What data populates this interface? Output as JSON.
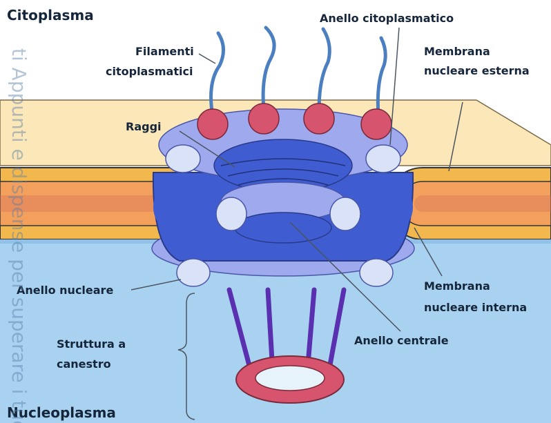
{
  "colors": {
    "cytoplasm": "#ffffff",
    "nucleoplasm": "#a9d2f1",
    "membrane_top": "#fbe7b8",
    "membrane_ring": "#f2b84d",
    "perinuclear": "#f2a05b",
    "pore_blue": "#3f5dd0",
    "pore_light": "#9fa9ee",
    "knob": "#d9e2f7",
    "cyto_ring": "#d7546f",
    "filament": "#4b7fc0",
    "basket_rod": "#5a2fb0"
  },
  "labels": {
    "cytoplasm": "Citoplasma",
    "cytoplasmic_ring": "Anello citoplasmatico",
    "filaments": [
      "Filamenti",
      "citoplasmatici"
    ],
    "outer_membrane": [
      "Membrana",
      "nucleare esterna"
    ],
    "spokes": "Raggi",
    "nuclear_ring": "Anello nucleare",
    "inner_membrane": [
      "Membrana",
      "nucleare interna"
    ],
    "basket": [
      "Struttura a",
      "canestro"
    ],
    "central_ring": "Anello centrale",
    "nucleoplasm": "Nucleoplasma"
  },
  "watermark": "ti Appunti e dispense per superare i tuoi"
}
